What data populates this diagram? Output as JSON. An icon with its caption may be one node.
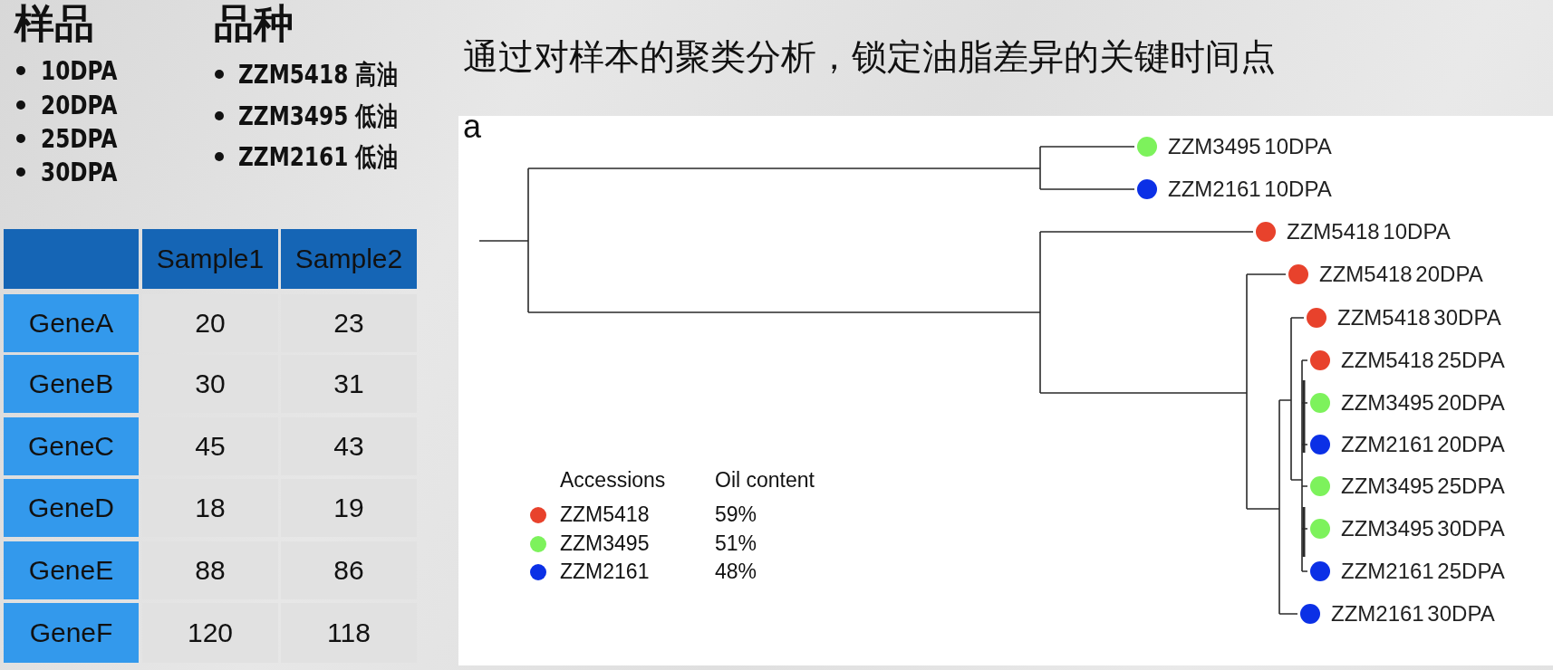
{
  "diagram": {
    "title": "通过对样本的聚类分析，锁定油脂差异的关键时间点",
    "labels": [
      "样品",
      "10DPA",
      "20DPA",
      "25DPA",
      "30DPA",
      "品种",
      "ZZM5418 高油",
      "ZZM3495 低油",
      "ZZM2161 低油",
      "Sample1",
      "Sample2",
      "GeneA",
      "20",
      "23",
      "GeneB",
      "30",
      "31",
      "GeneC",
      "45",
      "43",
      "GeneD",
      "18",
      "19",
      "GeneE",
      "88",
      "86",
      "GeneF",
      "120",
      "118",
      "a",
      "ZZM3495 10DPA",
      "ZZM2161 10DPA",
      "ZZM5418 10DPA",
      "ZZM5418 20DPA",
      "ZZM5418 30DPA",
      "ZZM5418 25DPA",
      "ZZM3495 20DPA",
      "ZZM2161 20DPA",
      "ZZM3495 25DPA",
      "ZZM3495 30DPA",
      "ZZM2161 25DPA",
      "ZZM2161 30DPA",
      "Accessions",
      "Oil content",
      "59%",
      "51%",
      "48%"
    ],
    "legend": [
      {
        "text": "ZZM5418",
        "color": "#e8422c"
      },
      {
        "text": "ZZM3495",
        "color": "#7df25c"
      },
      {
        "text": "ZZM2161",
        "color": "#0b30e6"
      }
    ]
  }
}
